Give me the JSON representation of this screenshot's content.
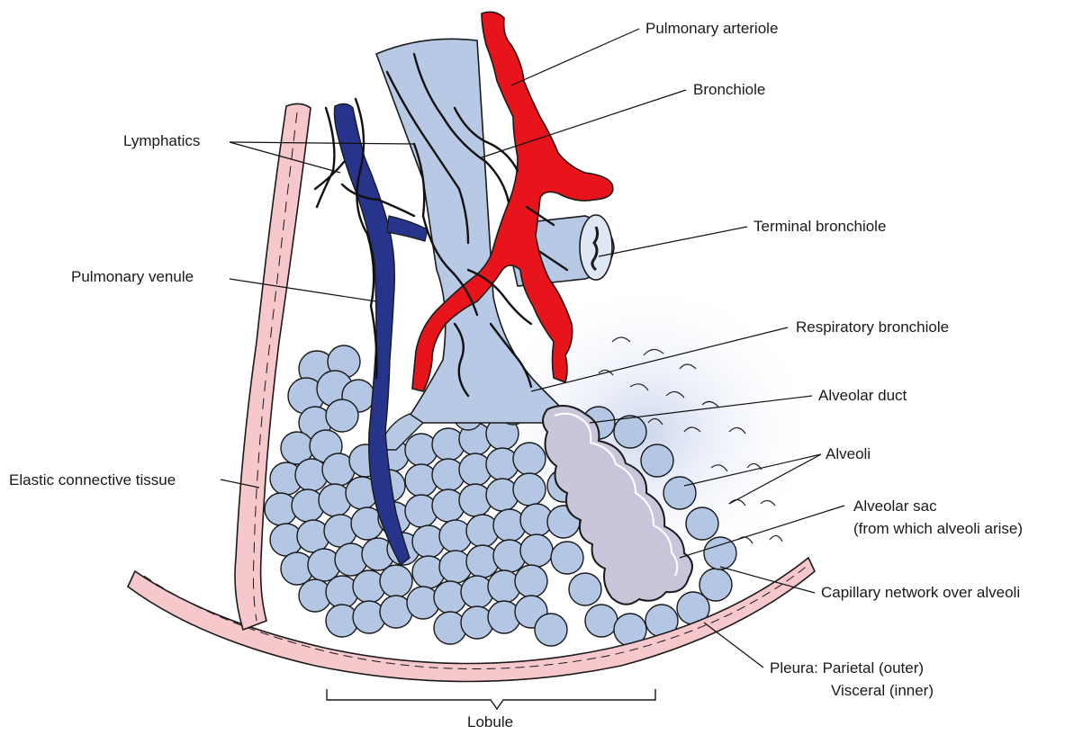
{
  "colors": {
    "bronchiole": "#b8c9e6",
    "alveoli": "#b3c6e4",
    "artery": "#e8141b",
    "vein": "#27348b",
    "pleura": "#f6c7cb",
    "sac": "#c9c6dc"
  },
  "labels": {
    "pulmonary_arteriole": "Pulmonary arteriole",
    "bronchiole": "Bronchiole",
    "lymphatics": "Lymphatics",
    "terminal_bronchiole": "Terminal bronchiole",
    "pulmonary_venule": "Pulmonary venule",
    "respiratory_bronchiole": "Respiratory bronchiole",
    "alveolar_duct": "Alveolar duct",
    "alveoli": "Alveoli",
    "elastic_connective_tissue": "Elastic connective tissue",
    "alveolar_sac_line1": "Alveolar sac",
    "alveolar_sac_line2": "(from which alveoli arise)",
    "capillary_network": "Capillary network over alveoli",
    "pleura_line1": "Pleura: Parietal (outer)",
    "pleura_line2": "Visceral (inner)",
    "lobule": "Lobule"
  }
}
